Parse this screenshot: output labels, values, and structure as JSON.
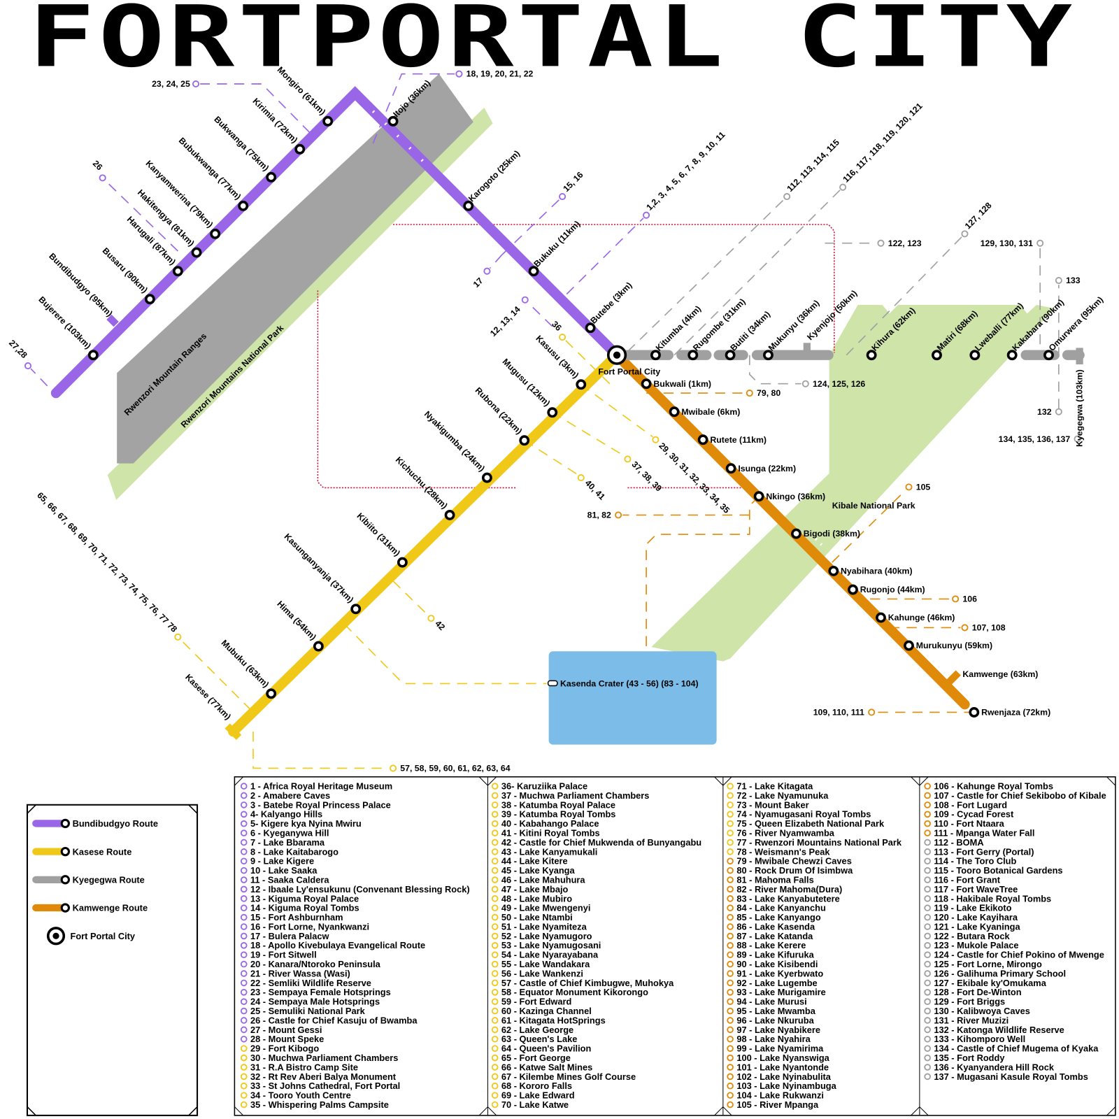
{
  "title": "FORTPORTAL CITY",
  "hub": {
    "name": "Fort Portal City"
  },
  "colors": {
    "purple": "#9a66e8",
    "yellow": "#f0c818",
    "grey": "#a0a0a0",
    "orange": "#e08a0a",
    "park_green": "#cfe4a8",
    "mountain_grey": "#a3a3a3",
    "lake_blue": "#7bbde8",
    "boundary_red": "#d0103a"
  },
  "areas": {
    "mountains": "Rwenzori Mountain Ranges",
    "rwenzori_park": "Rwenzori Mountains National Park",
    "kibale_park": "Kibale National Park",
    "kasenda": "Kasenda Crater (43 - 56) (83 - 104)"
  },
  "routes": {
    "bundibudgyo": {
      "name": "Bundibudgyo Route",
      "stations": [
        "Mongiro (61km)",
        "Kirimia (72km)",
        "Bukwanga (75km)",
        "Bubukwanga (77km)",
        "Kanyamwerina (79km)",
        "Hakitengya (81km)",
        "Harugali (87km)",
        "Busaru (90km)",
        "Bundibudgyo (95km)",
        "Bujerere (103km)",
        "Itojo (36km)",
        "Karogoto (25km)",
        "Bukuku (11km)",
        "Butebe (3km)"
      ]
    },
    "kyegegwa": {
      "name": "Kyegegwa Route",
      "stations": [
        "Kitumba (4km)",
        "Rugombe (31km)",
        "Butiti (34km)",
        "Mukunyu (36km)",
        "Kyenjojo (50km)",
        "Kihura (62km)",
        "Matiri (68km)",
        "Lweballi (77km)",
        "Kakabara (90km)",
        "Omurwera (95km)",
        "Kyegegwa (103km)"
      ]
    },
    "kasese": {
      "name": "Kasese Route",
      "stations": [
        "Kasusu (3km)",
        "Mugusu (12km)",
        "Rubona (22km)",
        "Nyakigumba (24km)",
        "Kichuchu (28km)",
        "Kibiito (31km)",
        "Kasunganyanja (37km)",
        "Hima (54km)",
        "Mubuku (63km)",
        "Kasese (77km)"
      ]
    },
    "kamwenge": {
      "name": "Kamwenge Route",
      "stations": [
        "Bukwali (1km)",
        "Mwibale (6km)",
        "Rutete (11km)",
        "Isunga (22km)",
        "Nkingo (36km)",
        "Bigodi (38km)",
        "Nyabihara (40km)",
        "Rugonjo (44km)",
        "Kahunge (46km)",
        "Murukunyu (59km)",
        "Kamwenge (63km)",
        "Rwenjaza (72km)"
      ]
    }
  },
  "attraction_markers": {
    "purple": [
      "18, 19, 20, 21, 22",
      "23, 24, 25",
      "26",
      "27,28",
      "15, 16",
      "17",
      "1,2, 3, 4, 5, 6, 7, 8, 9, 10, 11",
      "12, 13, 14"
    ],
    "grey": [
      "112, 113, 114, 115",
      "116, 117, 118, 119, 120, 121",
      "122, 123",
      "127, 128",
      "129, 130, 131",
      "133",
      "132",
      "134, 135, 136, 137",
      "124, 125, 126"
    ],
    "yellow": [
      "36",
      "29, 30, 31, 32, 33, 34, 35",
      "37, 38, 39",
      "40, 41",
      "42",
      "65, 66, 67, 68, 69, 70, 71, 72, 73, 74, 75, 76, 77 78",
      "57, 58, 59, 60, 61, 62, 63, 64"
    ],
    "orange": [
      "79, 80",
      "81, 82",
      "105",
      "106",
      "107, 108",
      "109, 110, 111"
    ]
  },
  "legend": [
    {
      "label": "Bundibudgyo Route",
      "color": "#9a66e8"
    },
    {
      "label": "Kasese Route",
      "color": "#f0c818"
    },
    {
      "label": "Kyegegwa Route",
      "color": "#a0a0a0"
    },
    {
      "label": "Kamwenge Route",
      "color": "#e08a0a"
    },
    {
      "label": "Fort Portal City",
      "color": "#000000"
    }
  ],
  "attractions": [
    [
      "1 - Africa Royal Heritage Museum",
      "2 - Amabere Caves",
      "3 - Batebe Royal Princess Palace",
      "4- Kalyango Hills",
      "5- Kigere kya Nyina Mwiru",
      "6 - Kyeganywa Hill",
      "7 - Lake Bbarama",
      "8 - Lake Kaitabarogo",
      "9 - Lake Kigere",
      "10 - Lake Saaka",
      "11 - Saaka Caldera",
      "12 - Ibaale Ly'ensukunu (Convenant Blessing Rock)",
      "13 - Kiguma Royal Palace",
      "14 - Kiguma Royal Tombs",
      "15 - Fort Ashburnham",
      "16 - Fort Lorne, Nyankwanzi",
      "17 - Bulera Palacw",
      "18 - Apollo Kivebulaya Evangelical Route",
      "19 - Fort Sitwell",
      "20 - Kanara/Ntoroko Peninsula",
      "21 - River Wassa (Wasi)",
      "22 - Semliki Wildlife Reserve",
      "23 - Sempaya Female Hotsprings",
      "24 - Sempaya Male Hotsprings",
      "25 - Semuliki National Park",
      "26 - Castle for Chief Kasuju of Bwamba",
      "27 - Mount Gessi",
      "28 - Mount Speke",
      "29 - Fort Kibogo",
      "30 - Muchwa Parliament Chambers",
      "31 - R.A Bistro Camp Site",
      "32 - Rt Rev Aberi Balya Monument",
      "33 - St Johns Cathedral, Fort Portal",
      "34 - Tooro Youth Centre",
      "35 - Whispering Palms Campsite"
    ],
    [
      "36- Karuziika Palace",
      "37 - Muchwa Parliament Chambers",
      "38 - Katumba Royal Palace",
      "39 - Katumba Royal Tombs",
      "40 - Kabahango Palace",
      "41 - Kitini Royal Tombs",
      "42 - Castle for Chief Mukwenda of Bunyangabu",
      "43 - Lake Kanyamukali",
      "44 - Lake Kitere",
      "45 - Lake Kyanga",
      "46 - Lake Mahuhura",
      "47 - Lake Mbajo",
      "48 - Lake Mubiro",
      "49 - Lake Mwengenyi",
      "50 - Lake Ntambi",
      "51 - Lake Nyamiteza",
      "52 - Lake Nyamugoro",
      "53 - Lake Nyamugosani",
      "54 - Lake Nyarayabana",
      "55 - Lake Wandakara",
      "56 - Lake Wankenzi",
      "57 - Castle of Chief Kimbugwe, Muhokya",
      "58 - Equator Monument Kikorongo",
      "59 - Fort Edward",
      "60 - Kazinga Channel",
      "61 - Kitagata HotSprings",
      "62 - Lake George",
      "63 - Queen's Lake",
      "64 - Queen's Pavilion",
      "65 - Fort George",
      "66 - Katwe Salt Mines",
      "67 - Kilembe Mines Golf Course",
      "68 - Kororo Falls",
      "69 - Lake Edward",
      "70 - Lake Katwe"
    ],
    [
      "71 - Lake Kitagata",
      "72 - Lake Nyamunuka",
      "73 - Mount Baker",
      "74 - Nyamugasani Royal Tombs",
      "75 - Queen Elizabeth National Park",
      "76 - River Nyamwamba",
      "77 - Rwenzori Mountains National Park",
      "78 - Weismann's Peak",
      "79 - Mwibale Chewzi Caves",
      "80 - Rock Drum Of Isimbwa",
      "81 - Mahoma Falls",
      "82 - River Mahoma(Dura)",
      "83 - Lake Kanyabutetere",
      "84 - Lake Kanyanchu",
      "85 - Lake Kanyango",
      "86 - Lake Kasenda",
      "87 - Lake Katanda",
      "88 - Lake Kerere",
      "89 - Lake Kifuruka",
      "90 - Lake Kisibendi",
      "91 - Lake Kyerbwato",
      "92 - Lake Lugembe",
      "93 - Lake Murigamire",
      "94 - Lake Murusi",
      "95 - Lake Mwamba",
      "96 - Lake Nkuruba",
      "97 - Lake Nyabikere",
      "98 - Lake Nyahira",
      "99 - Lake Nyamirima",
      "100 - Lake Nyanswiga",
      "101 - Lake Nyantonde",
      "102 - Lake Nyinabulita",
      "103 - Lake Nyinambuga",
      "104 - Lake Rukwanzi",
      "105 - River Mpanga"
    ],
    [
      "106 - Kahunge Royal Tombs",
      "107 - Castle for Chief Sekibobo of Kibale",
      "108 - Fort Lugard",
      "109 - Cycad Forest",
      "110 - Fort Ntaara",
      "111 - Mpanga Water Fall",
      "112 - BOMA",
      "113 - Fort Gerry (Portal)",
      "114 - The Toro Club",
      "115 - Tooro Botanical Gardens",
      "116 - Fort Grant",
      "117 - Fort WaveTree",
      "118 - Hakibale Royal Tombs",
      "119 - Lake Ekikoto",
      "120 - Lake Kayihara",
      "121 - Lake Kyaninga",
      "122 - Butara Rock",
      "123 - Mukole Palace",
      "124 - Castle for Chief Pokino of Mwenge",
      "125 - Fort Lorne, Mirongo",
      "126 - Galihuma Primary School",
      "127 - Ekibale ky'Omukama",
      "128 - Fort De-Winton",
      "129 - Fort Briggs",
      "130 - Kalibwoya Caves",
      "131 - River Muzizi",
      "132 - Katonga Wildlife Reserve",
      "133 - Kihomporo Well",
      "134 - Castle of Chief Mugema of Kyaka",
      "135 - Fort Roddy",
      "136 - Kyanyandera Hill Rock",
      "137 - Mugasani Kasule Royal Tombs"
    ]
  ]
}
